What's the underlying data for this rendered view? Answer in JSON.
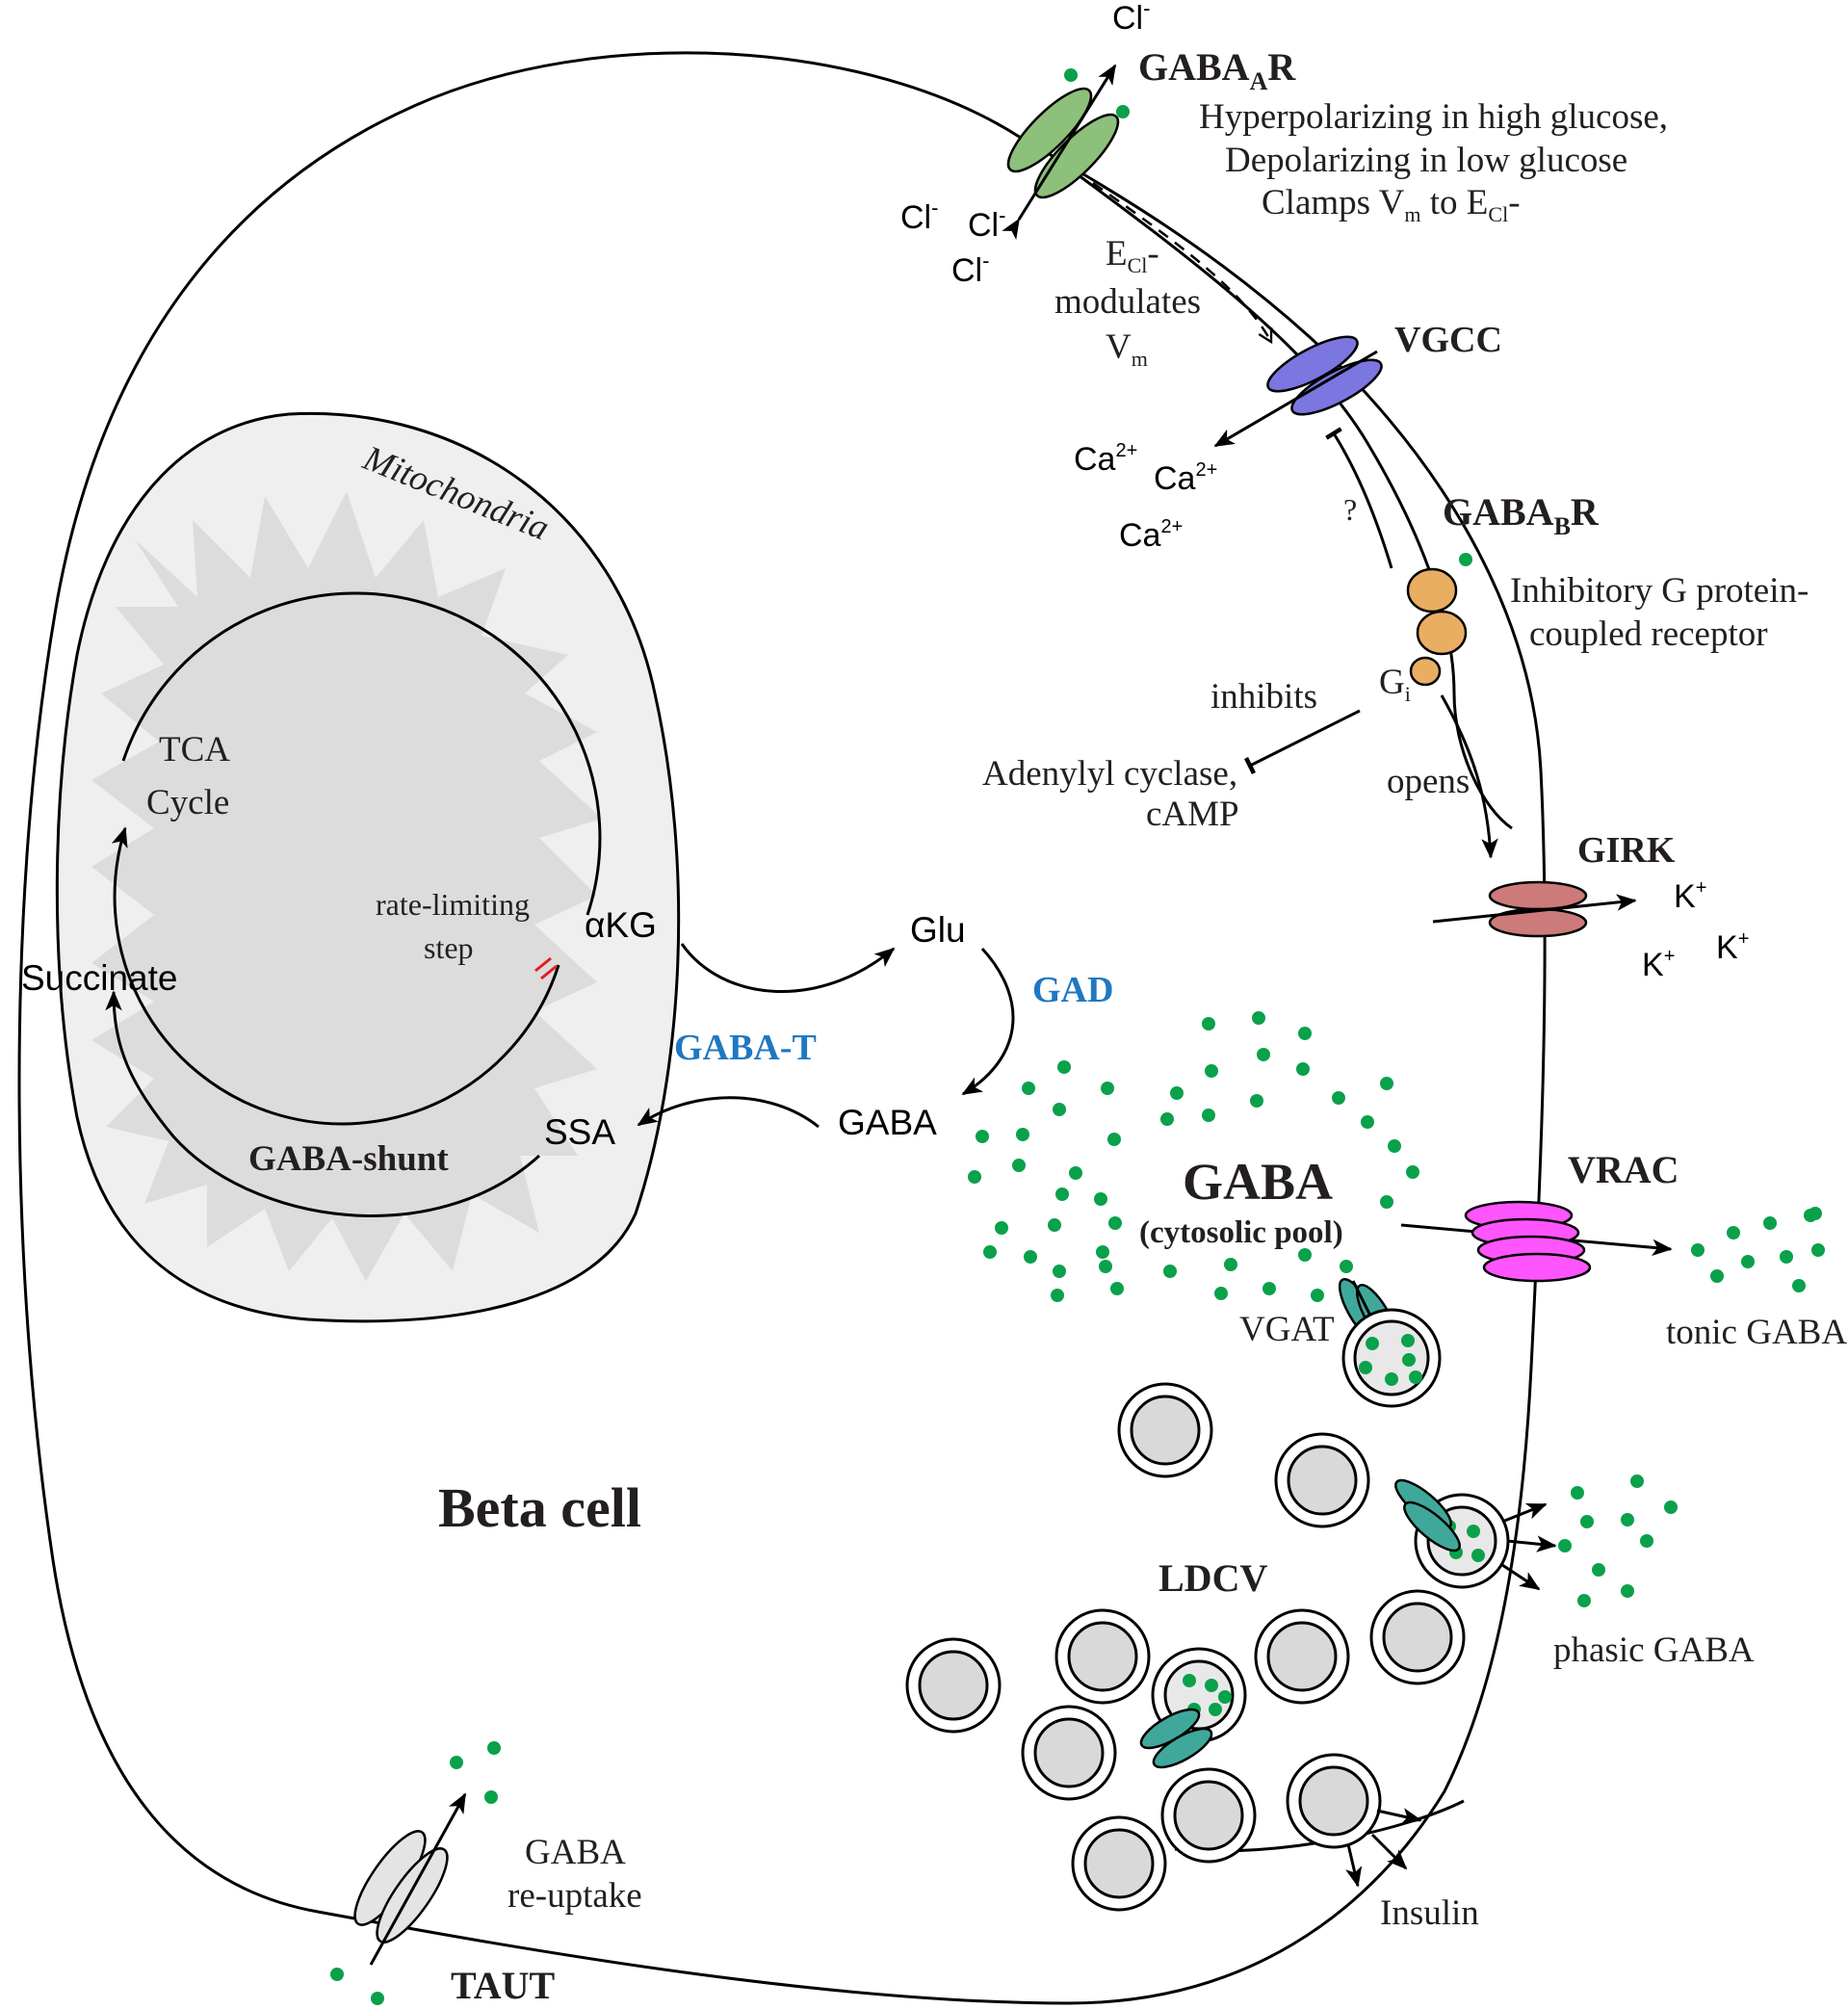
{
  "labels": {
    "cell": "Beta cell",
    "mitochondria": "Mitochondria",
    "tca_line1": "TCA",
    "tca_line2": "Cycle",
    "rate_limiting_1": "rate-limiting",
    "rate_limiting_2": "step",
    "akg": "αKG",
    "succinate": "Succinate",
    "ssa": "SSA",
    "gaba_shunt": "GABA-shunt",
    "glu": "Glu",
    "gad": "GAD",
    "gaba_t": "GABA-T",
    "gaba": "GABA",
    "gaba_pool_title": "GABA",
    "gaba_pool_sub": "(cytosolic pool)",
    "vgat": "VGAT",
    "vrac": "VRAC",
    "tonic_gaba": "tonic GABA",
    "ldcv": "LDCV",
    "phasic_gaba": "phasic GABA",
    "insulin": "Insulin",
    "taut": "TAUT",
    "reuptake_1": "GABA",
    "reuptake_2": "re-uptake",
    "gabaar_main": "GABA",
    "gabaar_sub": "A",
    "gabaar_end": "R",
    "gabaar_desc_1": "Hyperpolarizing in high glucose,",
    "gabaar_desc_2": "Depolarizing in low glucose",
    "gabaar_desc_3a": "Clamps V",
    "gabaar_desc_3b": "m",
    "gabaar_desc_3c": " to E",
    "gabaar_desc_3d": "Cl",
    "gabaar_desc_3e": "-",
    "cl": "Cl",
    "cl_sup": "-",
    "ecl_main": "E",
    "ecl_sub": "Cl",
    "ecl_end": "-",
    "modulates": "modulates",
    "vm_main": "V",
    "vm_sub": "m",
    "vgcc": "VGCC",
    "ca": "Ca",
    "ca_sup": "2+",
    "question": "?",
    "gababr_main": "GABA",
    "gababr_sub": "B",
    "gababr_end": "R",
    "gababr_desc_1": "Inhibitory G protein-",
    "gababr_desc_2": "coupled receptor",
    "gi_main": "G",
    "gi_sub": "i",
    "inhibits": "inhibits",
    "adenylyl_1": "Adenylyl cyclase,",
    "adenylyl_2": "cAMP",
    "opens": "opens",
    "girk": "GIRK",
    "k": "K",
    "k_sup": "+"
  },
  "colors": {
    "gaba_dot": "#0aa14b",
    "enzyme_label": "#1f78c1",
    "gabaar_channel": "#8dc07a",
    "vgcc_channel": "#7b76e0",
    "gababr_receptor": "#e9ae62",
    "girk_channel": "#cc7a7a",
    "vrac_channel": "#ff55ff",
    "vgat_transporter": "#40a89a",
    "taut_transporter": "#e4e4e4",
    "mitochondria_outer": "#efefef",
    "mitochondria_inner": "#dcdcdc",
    "vesicle_core": "#d9d9d9",
    "inhibition_mark": "#e0201b"
  }
}
